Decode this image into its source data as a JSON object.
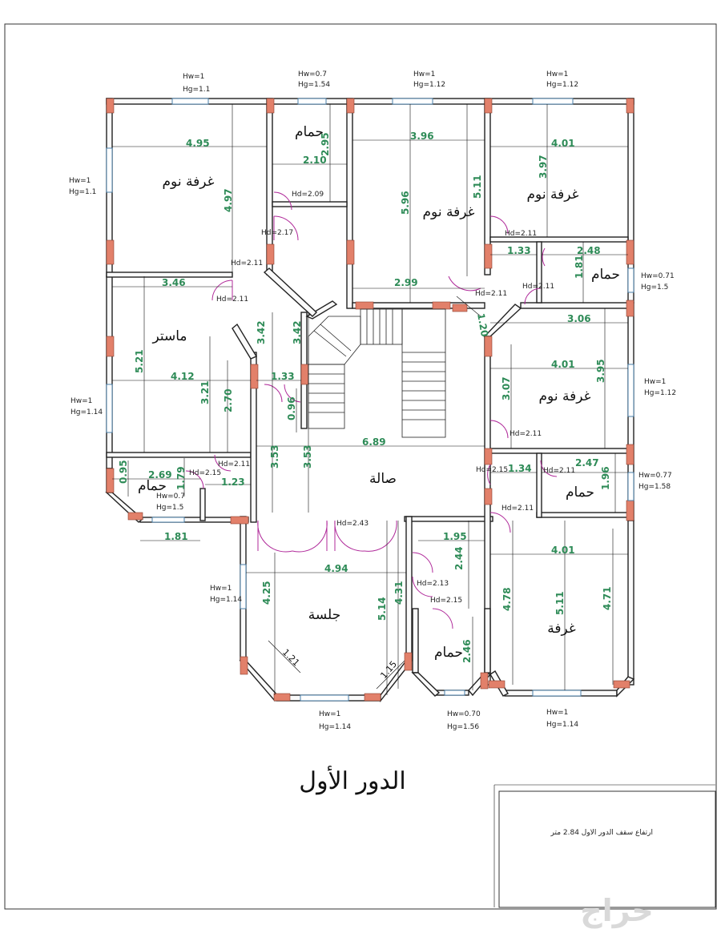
{
  "rooms": {
    "bedroom_nw": "غرفة نوم",
    "bath_n": "حمام",
    "bedroom_n": "غرفة نوم",
    "bedroom_ne": "غرفة نوم",
    "bath_ne": "حمام",
    "master": "ماستر",
    "bedroom_e": "غرفة نوم",
    "bath_e": "حمام",
    "bath_w": "حمام",
    "hall": "صالة",
    "sitting": "جلسة",
    "bath_s": "حمام",
    "room_se": "غرفة"
  },
  "title": "الدور الأول",
  "ceiling_note": "ارتفاع سقف الدور الاول 2.84 متر",
  "watermark": "حراج",
  "window_notes": {
    "bedroom_nw_top": [
      "Hw=1",
      "Hg=1.1"
    ],
    "bath_n_top": [
      "Hw=0.7",
      "Hg=1.54"
    ],
    "bedroom_n_top": [
      "Hw=1",
      "Hg=1.12"
    ],
    "bedroom_ne_top": [
      "Hw=1",
      "Hg=1.12"
    ],
    "bedroom_nw_left": [
      "Hw=1",
      "Hg=1.1"
    ],
    "bath_ne_right": [
      "Hw=0.71",
      "Hg=1.5"
    ],
    "master_left": [
      "Hw=1",
      "Hg=1.14"
    ],
    "bedroom_e_right": [
      "Hw=1",
      "Hg=1.12"
    ],
    "bath_e_right": [
      "Hw=0.77",
      "Hg=1.58"
    ],
    "bath_w_inside": [
      "Hw=0.7",
      "Hg=1.5"
    ],
    "sitting_left": [
      "Hw=1",
      "Hg=1.14"
    ],
    "sitting_bottom": [
      "Hw=1",
      "Hg=1.14"
    ],
    "bath_s_bottom": [
      "Hw=0.70",
      "Hg=1.56"
    ],
    "room_se_bottom": [
      "Hw=1",
      "Hg=1.14"
    ]
  },
  "doors": {
    "d1": "Hd=2.09",
    "d2": "Hd=2.17",
    "d3": "Hd=2.11",
    "d4": "Hd=2.11",
    "d5": "Hd=2.11",
    "d6": "Hd=2.11",
    "d7": "Hd=2.11",
    "d8": "Hd=2.11",
    "d9": "Hd=2.11",
    "d10": "Hd=2.15",
    "d11": "Hd=2.15",
    "d12": "Hd=2.11",
    "d13": "Hd=2.11",
    "d14": "Hd=2.43",
    "d15": "Hd=2.13",
    "d16": "Hd=2.15"
  },
  "dims": {
    "a": "4.95",
    "b": "4.97",
    "c": "2.10",
    "d": "2.95",
    "e": "3.96",
    "f": "5.96",
    "g": "5.11",
    "h": "4.01",
    "i": "3.97",
    "j": "1.33",
    "k": "2.48",
    "l": "1.81",
    "m": "2.99",
    "n": "1.20",
    "o": "3.46",
    "p": "3.42",
    "q": "3.42",
    "r": "5.21",
    "s": "4.12",
    "t": "3.21",
    "u": "2.70",
    "v": "1.33",
    "w": "0.96",
    "x": "3.06",
    "y": "4.01",
    "z": "3.95",
    "aa": "3.07",
    "ab": "0.95",
    "ac": "2.69",
    "ad": "1.79",
    "ae": "1.23",
    "af": "3.53",
    "ag": "3.53",
    "ah": "6.89",
    "ai": "1.34",
    "aj": "2.47",
    "ak": "1.96",
    "al": "1.81",
    "am": "1.95",
    "an": "2.44",
    "ao": "4.01",
    "ap": "4.94",
    "aq": "4.25",
    "ar": "5.14",
    "as": "4.31",
    "at": "4.78",
    "au": "5.11",
    "av": "4.71",
    "aw": "1.21",
    "ax": "1.15",
    "ay": "2.46"
  }
}
